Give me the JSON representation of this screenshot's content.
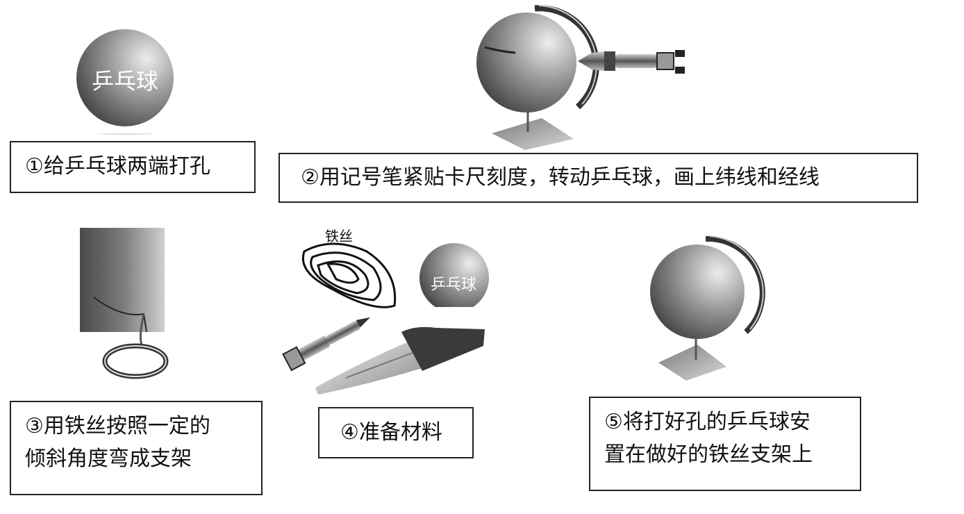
{
  "figure_labels": {
    "ball_label_1": "乒乓球",
    "ball_label_4": "乒乓球",
    "wire_label": "铁丝"
  },
  "steps": [
    {
      "id": 1,
      "lines": [
        "①给乒乓球两端打孔"
      ]
    },
    {
      "id": 2,
      "lines": [
        "②用记号笔紧贴卡尺刻度，转动乒乓球，画上纬线和经线"
      ]
    },
    {
      "id": 3,
      "lines": [
        "③用铁丝按照一定的",
        "倾斜角度弯成支架"
      ]
    },
    {
      "id": 4,
      "lines": [
        "④准备材料"
      ]
    },
    {
      "id": 5,
      "lines": [
        "⑤将打好孔的乒乓球安",
        "置在做好的铁丝支架上"
      ]
    }
  ],
  "icons": [
    "ping-pong-ball",
    "globe-model",
    "pen",
    "wire-stand",
    "wire-coil",
    "knife"
  ]
}
